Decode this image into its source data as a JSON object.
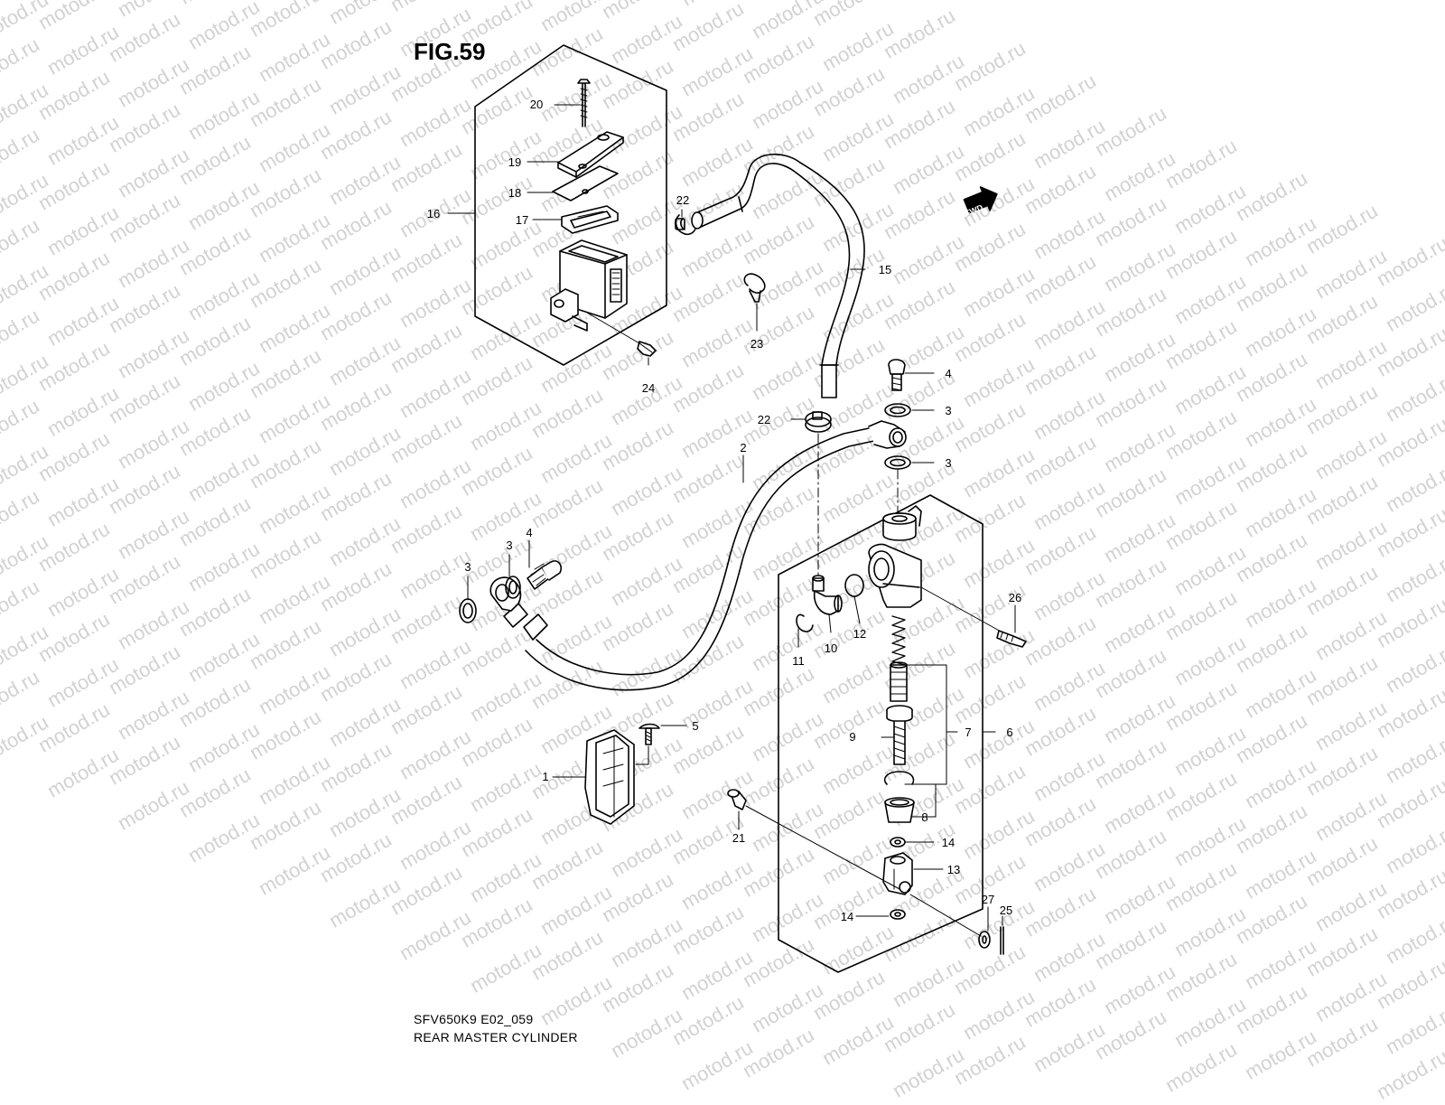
{
  "figure": {
    "title": "FIG.59",
    "model_code": "SFV650K9 E02_059",
    "name": "REAR MASTER CYLINDER",
    "watermark": "motod.ru",
    "fwd_label": "FWD"
  },
  "callouts": [
    {
      "id": "c20",
      "label": "20"
    },
    {
      "id": "c19",
      "label": "19"
    },
    {
      "id": "c18",
      "label": "18"
    },
    {
      "id": "c17",
      "label": "17"
    },
    {
      "id": "c16",
      "label": "16"
    },
    {
      "id": "c22a",
      "label": "22"
    },
    {
      "id": "c15",
      "label": "15"
    },
    {
      "id": "c23",
      "label": "23"
    },
    {
      "id": "c24",
      "label": "24"
    },
    {
      "id": "c4a",
      "label": "4"
    },
    {
      "id": "c3a",
      "label": "3"
    },
    {
      "id": "c22b",
      "label": "22"
    },
    {
      "id": "c3b",
      "label": "3"
    },
    {
      "id": "c2",
      "label": "2"
    },
    {
      "id": "c3c",
      "label": "3"
    },
    {
      "id": "c3d",
      "label": "3"
    },
    {
      "id": "c4b",
      "label": "4"
    },
    {
      "id": "c26",
      "label": "26"
    },
    {
      "id": "c10",
      "label": "10"
    },
    {
      "id": "c12",
      "label": "12"
    },
    {
      "id": "c11",
      "label": "11"
    },
    {
      "id": "c5",
      "label": "5"
    },
    {
      "id": "c1",
      "label": "1"
    },
    {
      "id": "c9",
      "label": "9"
    },
    {
      "id": "c7",
      "label": "7"
    },
    {
      "id": "c6",
      "label": "6"
    },
    {
      "id": "c8",
      "label": "8"
    },
    {
      "id": "c21",
      "label": "21"
    },
    {
      "id": "c14a",
      "label": "14"
    },
    {
      "id": "c13",
      "label": "13"
    },
    {
      "id": "c27",
      "label": "27"
    },
    {
      "id": "c25",
      "label": "25"
    },
    {
      "id": "c14b",
      "label": "14"
    }
  ]
}
